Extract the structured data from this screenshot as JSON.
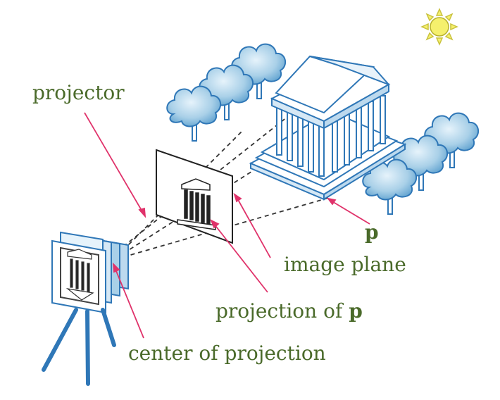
{
  "labels": {
    "projector": "projector",
    "point": "p",
    "image_plane": "image plane",
    "projection_of": "projection of ",
    "projection_point": "p",
    "center": "center of projection"
  },
  "colors": {
    "label_text": "#4a6a2a",
    "pointer_line": "#e0336b",
    "tree_fill": "#a9d0e8",
    "structure": "#2f77b7",
    "sun": "#f5f06d"
  },
  "icons": [
    "sun-icon",
    "tree-icon",
    "temple-icon",
    "camera-icon",
    "tripod-icon"
  ]
}
